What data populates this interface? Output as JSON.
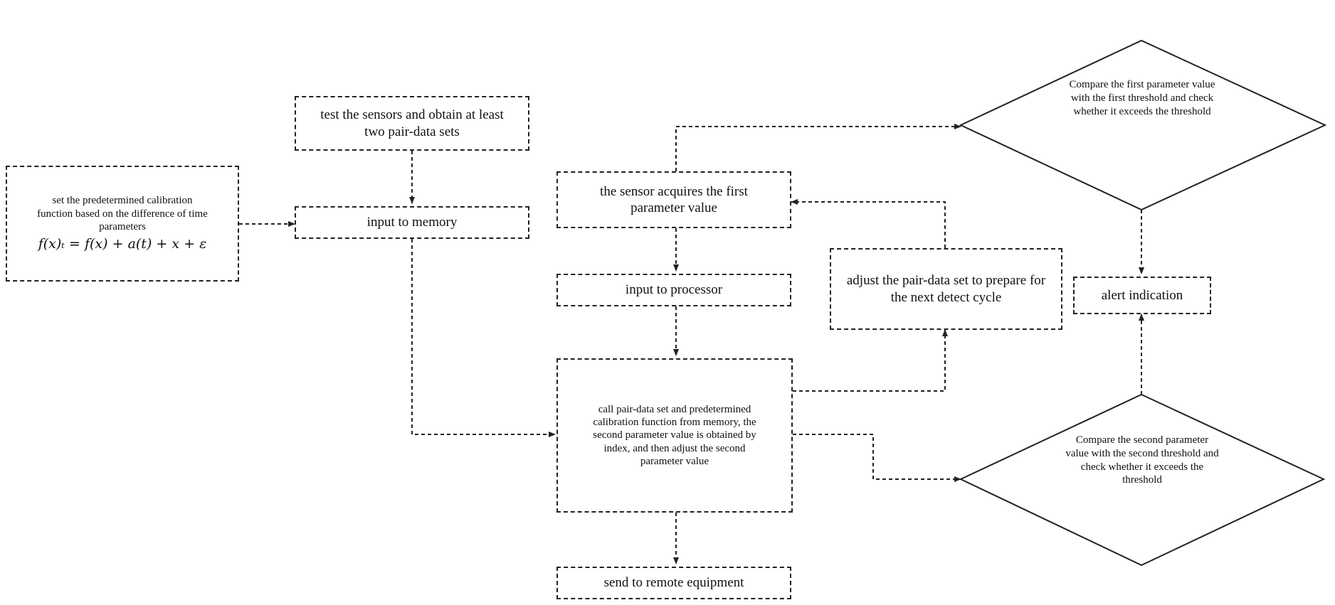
{
  "diagram": {
    "nodes": {
      "set_function": {
        "text": "set the predetermined calibration function based on the difference of time parameters",
        "formula": "f(x)ₜ = f(x) + a(t) + x + ε"
      },
      "test_sensors": {
        "text": "test the sensors and obtain at least two pair-data sets"
      },
      "input_memory": {
        "text": "input to memory"
      },
      "sensor_acquires": {
        "text": "the sensor acquires the first parameter value"
      },
      "input_processor": {
        "text": "input to processor"
      },
      "call_pairdata": {
        "text": "call pair-data set and predetermined calibration function from memory,  the second parameter value is obtained by index, and then adjust the second parameter value"
      },
      "send_remote": {
        "text": "send to remote equipment"
      },
      "adjust_pairdata": {
        "text": "adjust the pair-data set to prepare for the next detect cycle"
      },
      "compare_first": {
        "text": "Compare the first parameter value with the first threshold and check whether it exceeds the threshold"
      },
      "compare_second": {
        "text": "Compare the second parameter value with the second threshold and check whether it exceeds the threshold"
      },
      "alert": {
        "text": "alert indication"
      }
    }
  }
}
